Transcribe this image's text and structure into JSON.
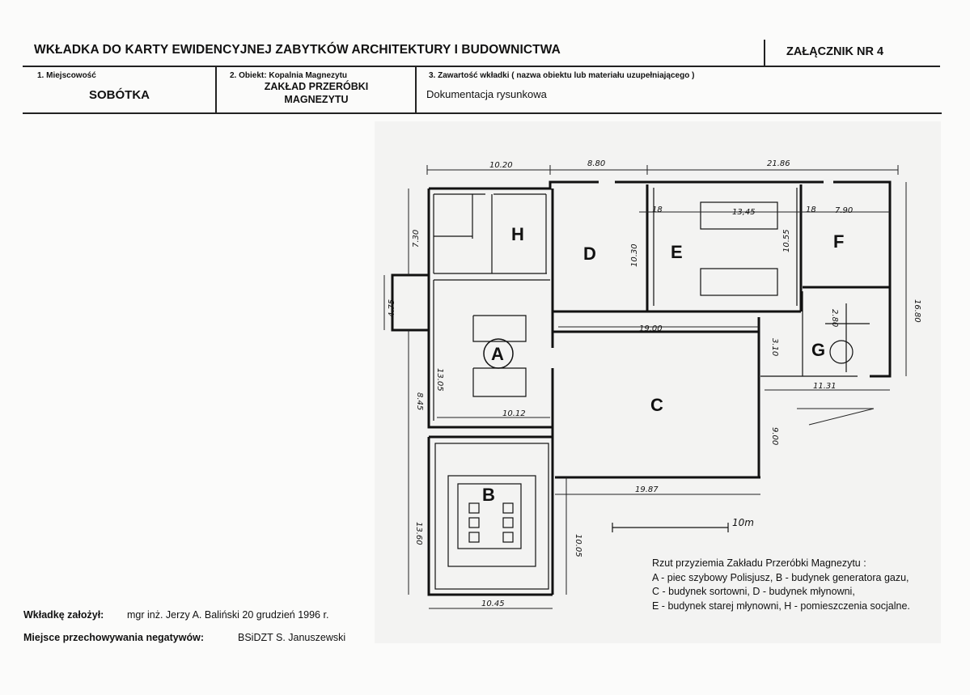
{
  "header": {
    "title": "WKŁADKA DO KARTY EWIDENCYJNEJ ZABYTKÓW ARCHITEKTURY I BUDOWNICTWA",
    "attachment": "ZAŁĄCZNIK NR 4"
  },
  "fields": {
    "locality_label": "1. Miejscowość",
    "locality_value": "SOBÓTKA",
    "object_label": "2. Obiekt: Kopalnia Magnezytu",
    "object_value_line1": "ZAKŁAD PRZERÓBKI",
    "object_value_line2": "MAGNEZYTU",
    "content_label": "3. Zawartość wkładki ( nazwa obiektu lub materiału uzupełniającego )",
    "content_value": "Dokumentacja rysunkowa"
  },
  "plan": {
    "rooms": [
      "H",
      "D",
      "E",
      "F",
      "A",
      "G",
      "C",
      "B"
    ],
    "dimensions": {
      "d_10_20": "10.20",
      "d_8_80": "8.80",
      "d_21_86": "21.86",
      "d_13_45": "13,45",
      "d_7_90": "7.90",
      "d_7_30": "7.30",
      "d_10_30": "10.30",
      "d_10_55": "10.55",
      "d_16_80": "16.80",
      "d_4_75": "4.75",
      "d_19_00": "19.00",
      "d_13_05": "13.05",
      "d_8_45": "8.45",
      "d_10_12": "10.12",
      "d_11_31": "11.31",
      "d_9_00": "9.00",
      "d_19_87": "19.87",
      "d_13_60": "13.60",
      "d_10_05": "10.05",
      "d_10_45": "10.45",
      "d_2_80": "2.80",
      "d_3_10": "3.10",
      "d_1_8a": "18",
      "d_1_8b": "18"
    },
    "scale_label": "10m"
  },
  "legend": {
    "line1": "Rzut przyziemia  Zakładu Przeróbki Magnezytu :",
    "line2": "A - piec szybowy Polisjusz, B - budynek generatora gazu,",
    "line3": "C - budynek sortowni, D - budynek młynowni,",
    "line4": "E - budynek starej młynowni, H - pomieszczenia socjalne."
  },
  "footer": {
    "author_label": "Wkładkę założył:",
    "author_value": "mgr inż. Jerzy A. Baliński  20 grudzień 1996 r.",
    "storage_label": "Miejsce przechowywania negatywów:",
    "storage_value": "BSiDZT S. Januszewski"
  }
}
